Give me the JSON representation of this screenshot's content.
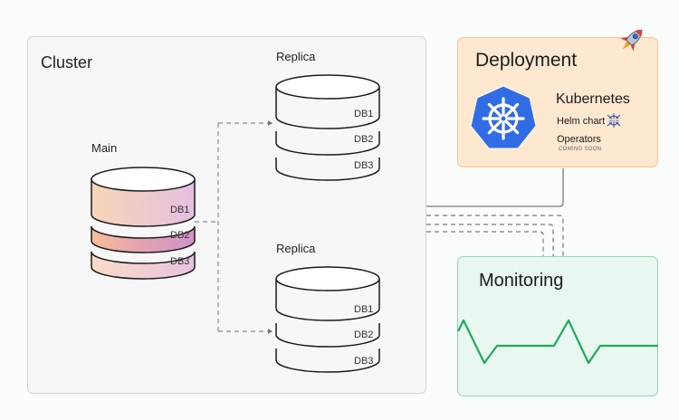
{
  "cluster": {
    "title": "Cluster",
    "main": {
      "label": "Main",
      "layers": [
        "DB1",
        "DB2",
        "DB3"
      ]
    },
    "replicas": [
      {
        "label": "Replica",
        "layers": [
          "DB1",
          "DB2",
          "DB3"
        ]
      },
      {
        "label": "Replica",
        "layers": [
          "DB1",
          "DB2",
          "DB3"
        ]
      }
    ]
  },
  "deployment": {
    "title": "Deployment",
    "platform": "Kubernetes",
    "items": [
      {
        "label": "Helm chart",
        "badge": "HELM"
      },
      {
        "label": "Operators",
        "note": "COMING SOON"
      }
    ],
    "icons": [
      "rocket-icon",
      "kubernetes-logo-icon",
      "helm-icon"
    ]
  },
  "monitoring": {
    "title": "Monitoring",
    "line_color": "#1faa59"
  },
  "colors": {
    "deployment_bg": "#fee8d0",
    "deployment_border": "#f8c484",
    "monitoring_bg": "#e8f7ef",
    "monitoring_border": "#8fd6ac",
    "kubernetes_blue": "#326ce5"
  }
}
